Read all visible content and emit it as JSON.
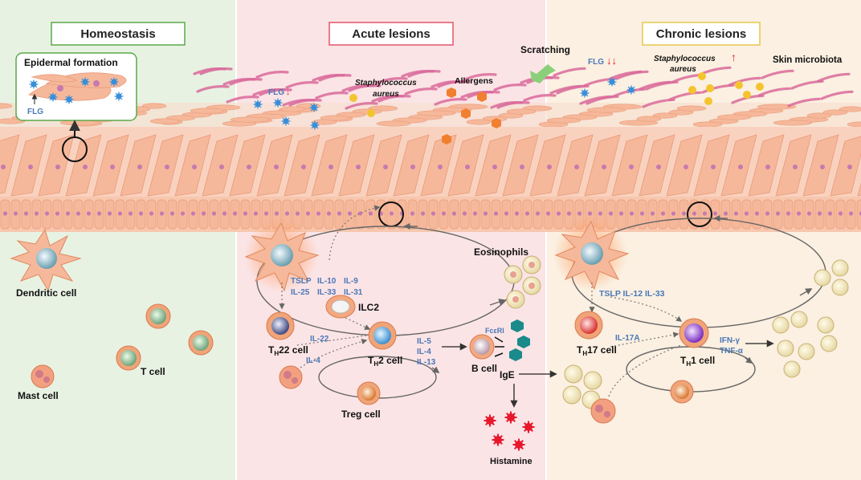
{
  "panels": {
    "homeostasis": {
      "title": "Homeostasis",
      "border": "#5aa94a"
    },
    "acute": {
      "title": "Acute lesions",
      "border": "#e4546a"
    },
    "chronic": {
      "title": "Chronic lesions",
      "border": "#e6c84a"
    }
  },
  "homeostasis": {
    "inset_title": "Epidermal formation",
    "flg": "FLG",
    "cells": {
      "dendritic": "Dendritic cell",
      "t_cell": "T cell",
      "mast": "Mast cell"
    }
  },
  "acute": {
    "flg": "FLG",
    "flg_arrow": "↓",
    "staph_line1": "Staphylococcus",
    "staph_line2": "aureus",
    "allergens": "Allergens",
    "cytokines_dc": [
      "TSLP",
      "IL-10",
      "IL-9",
      "IL-25",
      "IL-33",
      "IL-31"
    ],
    "ilc2": "ILC2",
    "th22": {
      "main": "T",
      "sub": "H",
      "rest": "22 cell"
    },
    "th2": {
      "main": "T",
      "sub": "H",
      "rest": "2 cell"
    },
    "il22": "IL-22",
    "il4_left": "IL-4",
    "th2_cytokines": [
      "IL-5",
      "IL-4",
      "IL-13"
    ],
    "eosinophils": "Eosinophils",
    "fceri": "FcεRI",
    "b_cell": "B cell",
    "ige": "IgE",
    "treg": "Treg cell",
    "histamine": "Histamine"
  },
  "chronic": {
    "scratching": "Scratching",
    "flg": "FLG",
    "flg_arrow": "↓↓",
    "staph_line1": "Staphylococcus",
    "staph_line2": "aureus",
    "staph_arrow": "↑",
    "microbiota": "Skin microbiota",
    "cytokines_dc": "TSLP IL-12 IL-33",
    "th17": {
      "main": "T",
      "sub": "H",
      "rest": "17 cell"
    },
    "th1": {
      "main": "T",
      "sub": "H",
      "rest": "1 cell"
    },
    "il17a": "IL-17A",
    "ifn": "IFN-γ",
    "tnf": "TNF-α"
  },
  "colors": {
    "homeo_bg": "#e8f2e3",
    "acute_bg": "#fbe4e6",
    "chronic_bg": "#fbf0e1",
    "keratinocyte": "#f6b89a",
    "keratinocyte_edge": "#e89a7a",
    "corneocyte": "#d96a9a",
    "cytokine_text": "#4a78b8",
    "staph": "#f4c430",
    "allergen": "#f08030",
    "flg_dot": "#3a8fd8",
    "histamine": "#e8192c",
    "igE": "#1a8a8a",
    "red_arrow": "#e8192c"
  }
}
